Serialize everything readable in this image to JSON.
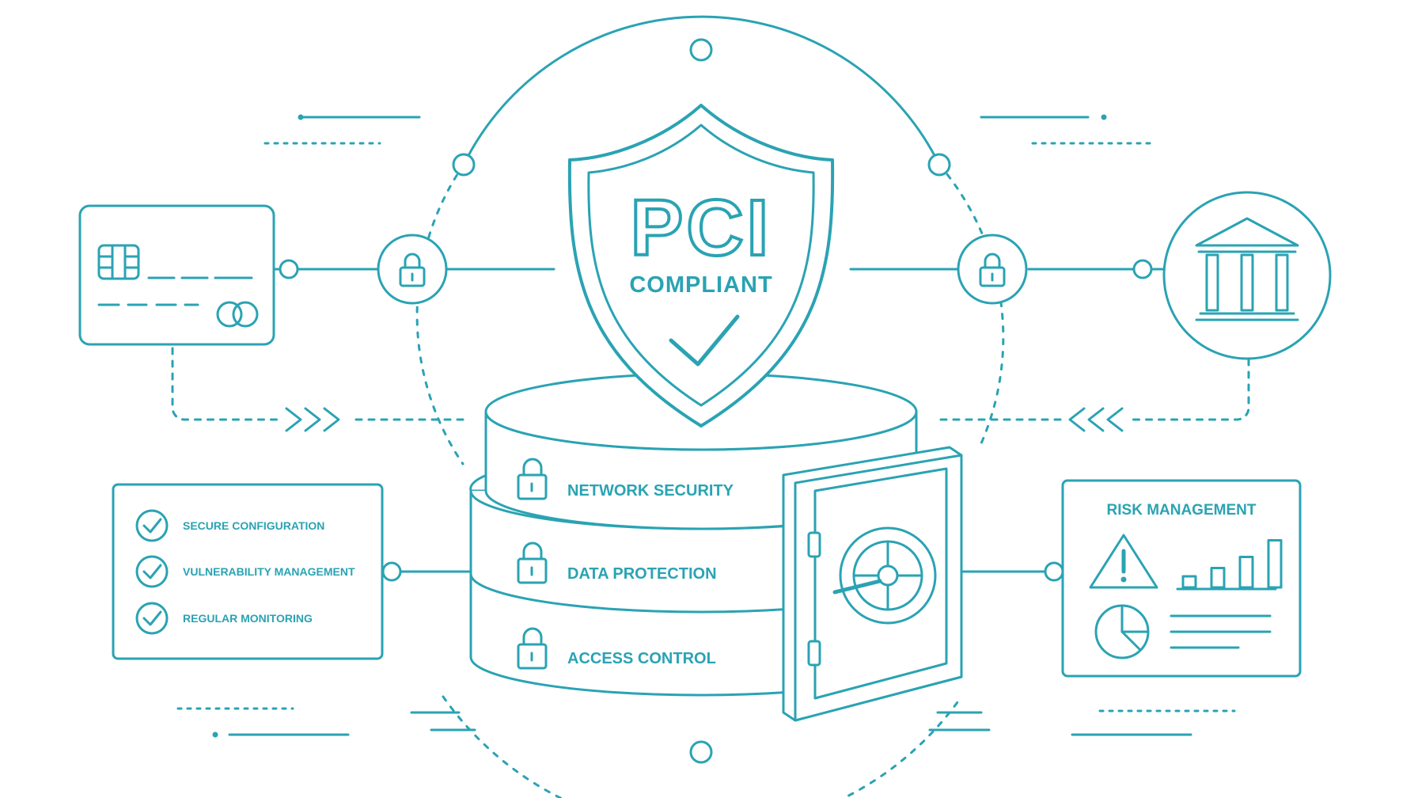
{
  "colors": {
    "line": "#2aa3b3",
    "background": "#ffffff"
  },
  "shield": {
    "title": "PCI",
    "subtitle": "COMPLIANT"
  },
  "database": {
    "layers": [
      "NETWORK SECURITY",
      "DATA PROTECTION",
      "ACCESS CONTROL"
    ]
  },
  "checklist": {
    "items": [
      "SECURE CONFIGURATION",
      "VULNERABILITY MANAGEMENT",
      "REGULAR MONITORING"
    ]
  },
  "risk_panel": {
    "title": "RISK MANAGEMENT",
    "bar_levels": [
      0.2,
      0.35,
      0.55,
      0.85
    ]
  },
  "icons": [
    "credit-card-icon",
    "chip-icon",
    "lock-icon",
    "bank-icon",
    "shield-icon",
    "checkmark-icon",
    "safe-icon",
    "warning-icon",
    "bar-chart-icon",
    "pie-chart-icon",
    "chevron-right-icon",
    "chevron-left-icon"
  ]
}
